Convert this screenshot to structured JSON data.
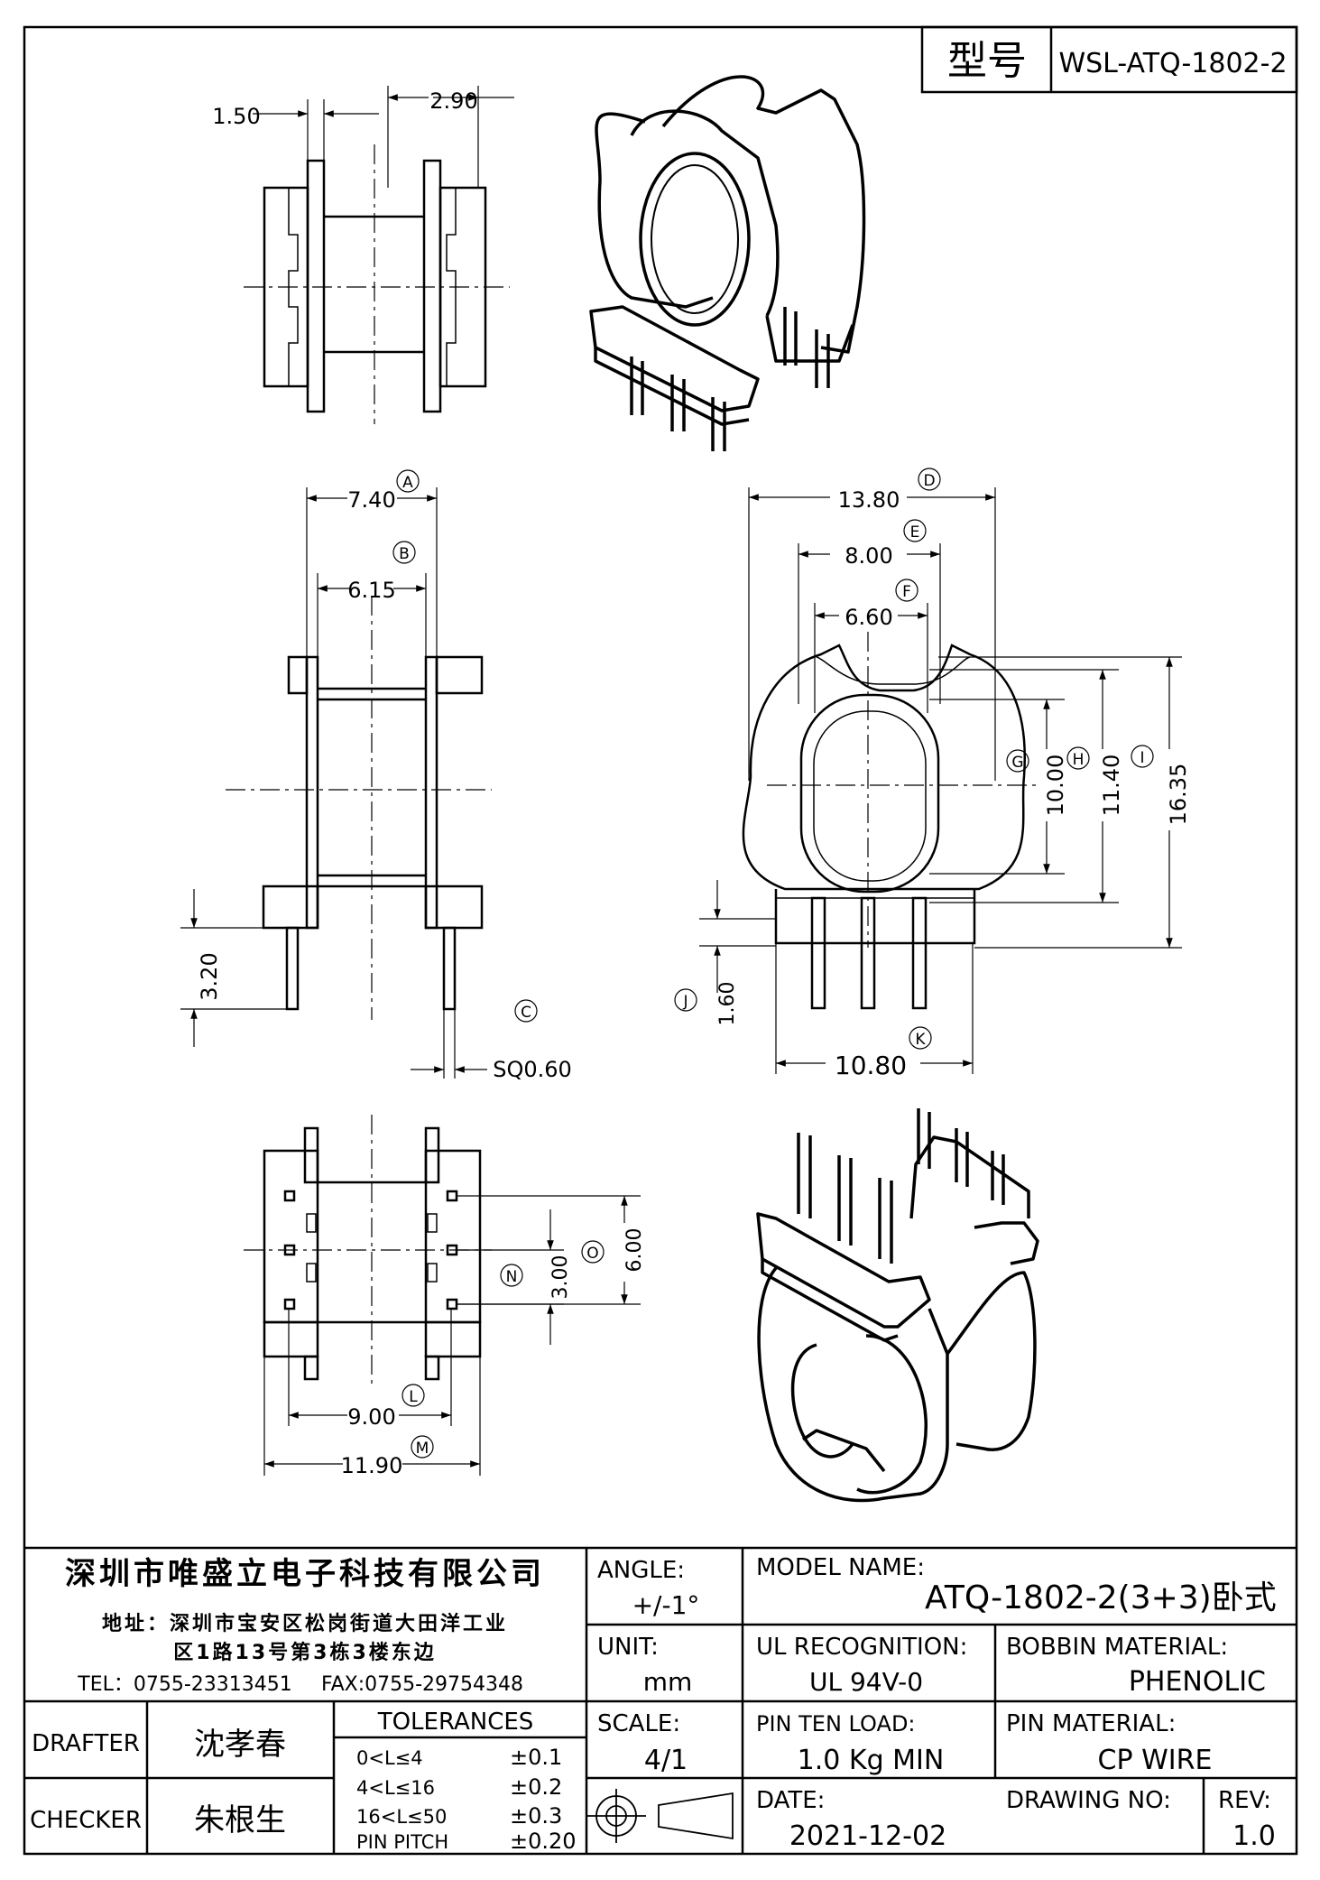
{
  "part_number": {
    "label": "型号",
    "value": "WSL-ATQ-1802-2"
  },
  "dimensions": {
    "d150": "1.50",
    "d290": "2.90",
    "A": {
      "marker": "A",
      "value": "7.40"
    },
    "B": {
      "marker": "B",
      "value": "6.15"
    },
    "C": {
      "marker": "C",
      "value": "SQ0.60"
    },
    "D": {
      "marker": "D",
      "value": "13.80"
    },
    "E": {
      "marker": "E",
      "value": "8.00"
    },
    "F": {
      "marker": "F",
      "value": "6.60"
    },
    "G": {
      "marker": "G",
      "value": "10.00"
    },
    "H": {
      "marker": "H",
      "value": "11.40"
    },
    "I": {
      "marker": "I",
      "value": "16.35"
    },
    "J": {
      "marker": "J",
      "value": "1.60"
    },
    "K": {
      "marker": "K",
      "value": "10.80"
    },
    "L": {
      "marker": "L",
      "value": "9.00"
    },
    "M": {
      "marker": "M",
      "value": "11.90"
    },
    "N": {
      "marker": "N",
      "value": "3.00"
    },
    "O": {
      "marker": "O",
      "value": "6.00"
    },
    "d320": "3.20"
  },
  "title_block": {
    "company": "深圳市唯盛立电子科技有限公司",
    "address_line1": "地址：深圳市宝安区松岗街道大田洋工业",
    "address_line2": "区1路13号第3栋3楼东边",
    "tel": "TEL：0755-23313451",
    "fax": "FAX:0755-29754348",
    "drafter_label": "DRAFTER",
    "drafter": "沈孝春",
    "checker_label": "CHECKER",
    "checker": "朱根生",
    "tolerances_label": "TOLERANCES",
    "tolerances": [
      {
        "range": "0<L≤4",
        "value": "±0.1"
      },
      {
        "range": "4<L≤16",
        "value": "±0.2"
      },
      {
        "range": "16<L≤50",
        "value": "±0.3"
      },
      {
        "range": "PIN PITCH",
        "value": "±0.20"
      }
    ],
    "angle_label": "ANGLE:",
    "angle": "+/-1°",
    "unit_label": "UNIT:",
    "unit": "mm",
    "scale_label": "SCALE:",
    "scale": "4/1",
    "model_name_label": "MODEL NAME:",
    "model_name": "ATQ-1802-2(3+3)卧式",
    "ul_label": "UL RECOGNITION:",
    "ul": "UL 94V-0",
    "bobbin_material_label": "BOBBIN MATERIAL:",
    "bobbin_material": "PHENOLIC",
    "pin_load_label": "PIN TEN LOAD:",
    "pin_load": "1.0 Kg MIN",
    "pin_material_label": "PIN MATERIAL:",
    "pin_material": "CP WIRE",
    "date_label": "DATE:",
    "date": "2021-12-02",
    "drawing_no_label": "DRAWING NO:",
    "drawing_no": "",
    "rev_label": "REV:",
    "rev": "1.0"
  }
}
